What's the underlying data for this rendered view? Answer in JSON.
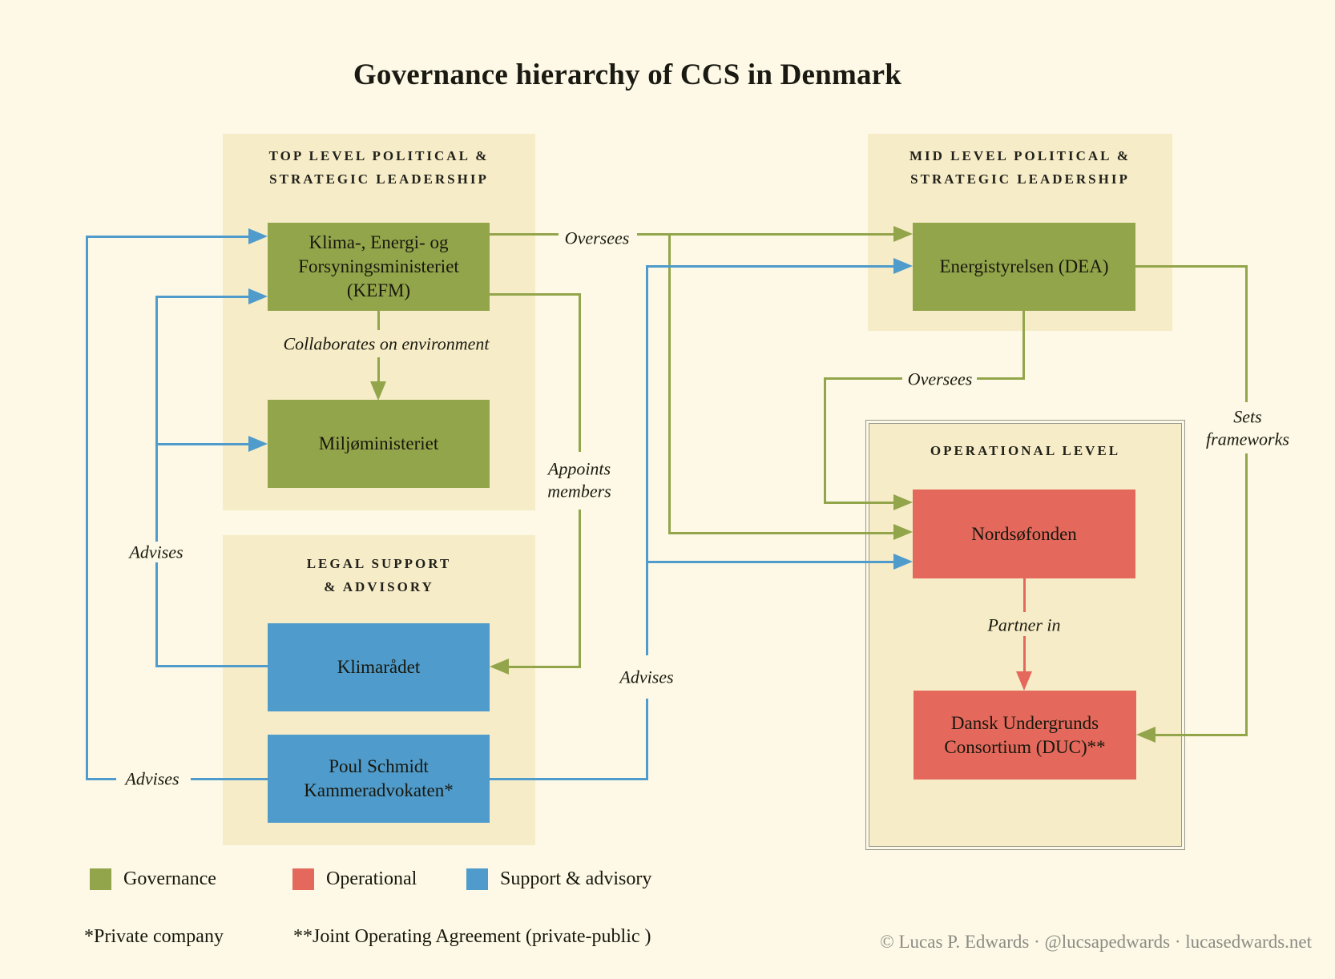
{
  "title": "Governance hierarchy of CCS in Denmark",
  "panels": {
    "top_left": {
      "header": "TOP LEVEL POLITICAL &\nSTRATEGIC LEADERSHIP"
    },
    "mid_right": {
      "header": "MID LEVEL POLITICAL &\nSTRATEGIC LEADERSHIP"
    },
    "legal": {
      "header": "LEGAL SUPPORT\n& ADVISORY"
    },
    "operational": {
      "header": "OPERATIONAL LEVEL"
    }
  },
  "nodes": {
    "kefm": {
      "label": "Klima-, Energi- og\nForsyningsministeriet\n(KEFM)",
      "type": "governance"
    },
    "miljoministeriet": {
      "label": "Miljøministeriet",
      "type": "governance"
    },
    "energistyrelsen": {
      "label": "Energistyrelsen (DEA)",
      "type": "governance"
    },
    "klimaradet": {
      "label": "Klimarådet",
      "type": "support"
    },
    "kammeradvokaten": {
      "label": "Poul Schmidt\nKammeradvokaten*",
      "type": "support"
    },
    "nordsofonden": {
      "label": "Nordsøfonden",
      "type": "operational"
    },
    "duc": {
      "label": "Dansk Undergrunds\nConsortium (DUC)**",
      "type": "operational"
    }
  },
  "edge_labels": {
    "oversees_top": "Oversees",
    "collaborates": "Collaborates on environment",
    "appoints_members": "Appoints\nmembers",
    "advises_klimaradet": "Advises",
    "advises_kammeradvokaten_left": "Advises",
    "advises_kammeradvokaten_right": "Advises",
    "oversees_dea": "Oversees",
    "sets_frameworks": "Sets\nframeworks",
    "partner_in": "Partner in"
  },
  "legend": {
    "items": [
      {
        "label": "Governance",
        "color": "#93A54B"
      },
      {
        "label": "Operational",
        "color": "#E4695C"
      },
      {
        "label": "Support & advisory",
        "color": "#4F9BCB"
      }
    ]
  },
  "footnotes": {
    "private_company": "*Private company",
    "joint_agreement": "**Joint Operating Agreement (private-public )"
  },
  "credit": "© Lucas P. Edwards · @lucsapedwards · lucasedwards.net",
  "colors": {
    "background": "#FDF9E6",
    "panel": "#F6ECC8",
    "governance": "#93A54B",
    "operational": "#E4695C",
    "support": "#4F9BCB",
    "panel_border": "#97978E",
    "credit_text": "#8C8C84"
  }
}
